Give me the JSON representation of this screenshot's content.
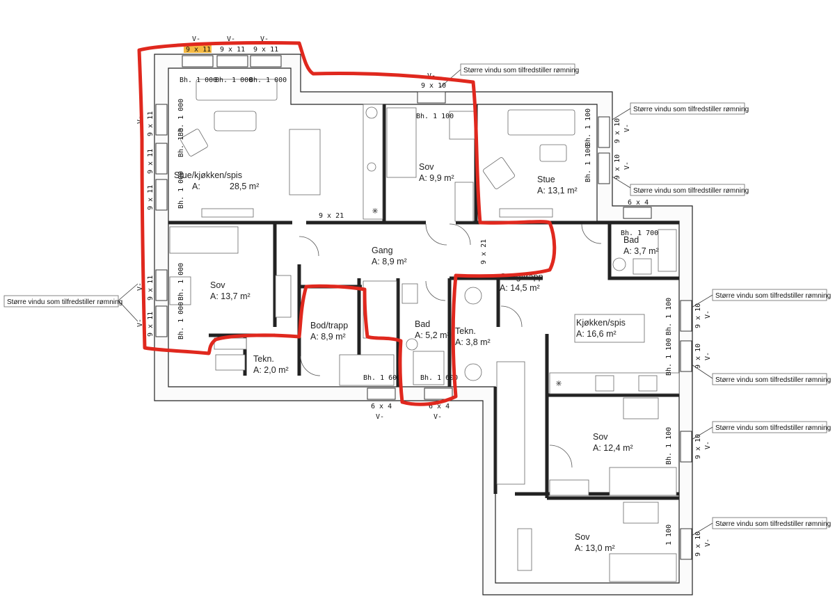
{
  "window_tags": {
    "v_label": "V-",
    "top": [
      "9 x 11",
      "9 x 11",
      "9 x 11"
    ],
    "left": [
      "9 x 11",
      "9 x 11",
      "9 x 11",
      "9 x 11",
      "9 x 11"
    ],
    "top_mid": "9 x 10",
    "right_stue": [
      "9 x 10",
      "9 x 10"
    ],
    "bad_top": "6 x 4",
    "right_lower": [
      "9 x 10",
      "9 x 10",
      "9 x 10",
      "9 x 10"
    ],
    "bottom": [
      "6 x 4",
      "6 x 4"
    ],
    "door": [
      "9 x 21",
      "9 x 21"
    ]
  },
  "sill_heights": {
    "top": [
      "Bh. 1 000",
      "Bh. 1 000",
      "Bh. 1 000"
    ],
    "left_stue": [
      "Bh. 1 000",
      "Bh. 1 0",
      "Bh. 1 000"
    ],
    "left_sov": [
      "Bh. 1 000",
      "Bh. 1 000"
    ],
    "sov_top": "Bh. 1 100",
    "stue_right": [
      "Bh. 1 100",
      "Bh. 1 100"
    ],
    "bad_top": "Bh. 1 700",
    "kjokken_right": [
      "Bh. 1 100",
      "Bh. 1 100"
    ],
    "bottom_mid": [
      "Bh. 1 600",
      "Bh. 1 600"
    ],
    "sov_right": [
      "Bh. 1 100",
      "1 100"
    ]
  },
  "callout_text": "Større vindu som tilfredstiller rømning",
  "rooms": {
    "stue_kjokken": {
      "name": "Stue/kjøkken/spis",
      "area_prefix": "A:",
      "area": "28,5 m²"
    },
    "sov1": {
      "name": "Sov",
      "area": "A: 9,9 m²"
    },
    "stue": {
      "name": "Stue",
      "area": "A: 13,1 m²"
    },
    "gang": {
      "name": "Gang",
      "area": "A: 8,9 m²"
    },
    "bad_small": {
      "name": "Bad",
      "area": "A: 3,7 m²"
    },
    "sov2": {
      "name": "Sov",
      "area": "A: 13,7 m²"
    },
    "gang_trapp": {
      "name": "Gang/trapp",
      "area": "A:   14,5 m²"
    },
    "bod_trapp": {
      "name": "Bod/trapp",
      "area": "A:   8,9 m²"
    },
    "bad": {
      "name": "Bad",
      "area": "A: 5,2 m²"
    },
    "tekn2": {
      "name": "Tekn.",
      "area": "A: 3,8 m²"
    },
    "kjokken_spis": {
      "name": "Kjøkken/spis",
      "area": "A:    16,6 m²"
    },
    "tekn1": {
      "name": "Tekn.",
      "area": "A: 2,0 m²"
    },
    "sov3": {
      "name": "Sov",
      "area": "A: 12,4 m²"
    },
    "sov4": {
      "name": "Sov",
      "area": "A: 13,0 m²"
    }
  },
  "colors": {
    "markup": "#e0281e",
    "highlight": "#f5b942"
  }
}
